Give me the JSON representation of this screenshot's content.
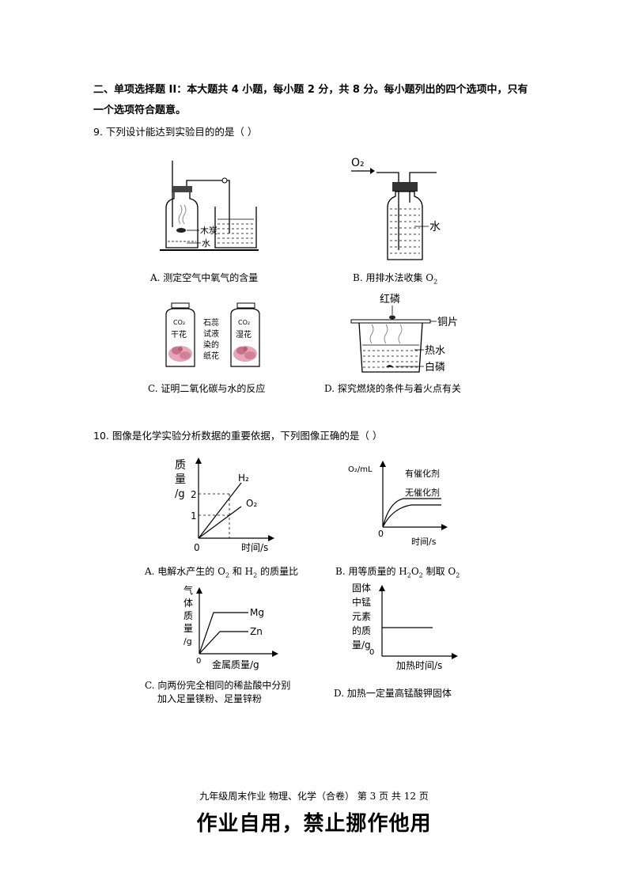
{
  "section_heading": "二、单项选择题 II：本大题共 4 小题，每小题 2 分，共 8 分。每小题列出的四个选项中，只有一个选项符合题意。",
  "q9": {
    "stem": "9. 下列设计能达到实验目的的是（    ）",
    "A": {
      "caption": "A. 测定空气中氧气的含量",
      "labels": {
        "charcoal": "木炭",
        "water": "水"
      }
    },
    "B": {
      "caption_prefix": "B. 用排水法收集 O",
      "caption_sub": "2",
      "labels": {
        "o2": "O₂",
        "water": "水"
      }
    },
    "C": {
      "caption": "C. 证明二氧化碳与水的反应",
      "labels": {
        "co2_left": "CO₂",
        "dry_flower_1": "干花",
        "co2_right": "CO₂",
        "wet_flower": "湿花",
        "litmus_1": "石蕊",
        "litmus_2": "试液",
        "litmus_3": "染的",
        "litmus_4": "纸花"
      }
    },
    "D": {
      "caption": "D. 探究燃烧的条件与着火点有关",
      "labels": {
        "red_p": "红磷",
        "copper": "铜片",
        "hot_water": "热水",
        "white_p": "白磷"
      }
    }
  },
  "q10": {
    "stem": "10. 图像是化学实验分析数据的重要依据，下列图像正确的是（    ）",
    "A": {
      "caption_parts": [
        "A. 电解水产生的 O",
        "2",
        " 和 H",
        "2",
        " 的质量比"
      ],
      "ylabel_lines": [
        "质",
        "量",
        "/g"
      ],
      "xlabel": "时间/s",
      "origin": "0",
      "ticks": [
        "2",
        "1"
      ],
      "series": [
        "H₂",
        "O₂"
      ]
    },
    "B": {
      "caption_parts": [
        "B. 用等质量的 H",
        "2",
        "O",
        "2",
        " 制取 O",
        "2"
      ],
      "ylabel": "O₂/mL",
      "xlabel": "时间/s",
      "origin": "0",
      "series": [
        "有催化剂",
        "无催化剂"
      ]
    },
    "C": {
      "caption_line1": "C. 向两份完全相同的稀盐酸中分别",
      "caption_line2": "加入足量镁粉、足量锌粉",
      "ylabel_lines": [
        "气",
        "体",
        "质",
        "量",
        "/g"
      ],
      "xlabel": "金属质量/g",
      "origin": "0",
      "series": [
        "Mg",
        "Zn"
      ]
    },
    "D": {
      "caption": "D. 加热一定量高锰酸钾固体",
      "ylabel_lines": [
        "固体",
        "中锰",
        "元素",
        "的质",
        "量/g"
      ],
      "xlabel": "加热时间/s",
      "origin": "0"
    }
  },
  "footer": "九年级周末作业    物理、化学（合卷）    第 3 页    共 12 页",
  "notice": "作业自用，禁止挪作他用"
}
